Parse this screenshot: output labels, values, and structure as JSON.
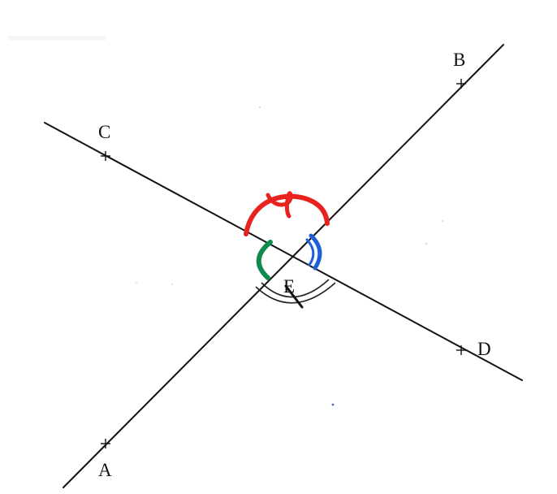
{
  "points": {
    "A": "A",
    "B": "B",
    "C": "C",
    "D": "D",
    "E": "E"
  },
  "angle_marks": {
    "red_color": "#e8231f",
    "blue_color": "#1f5fd6",
    "green_color": "#0f8a4e",
    "black_color": "#111111"
  }
}
